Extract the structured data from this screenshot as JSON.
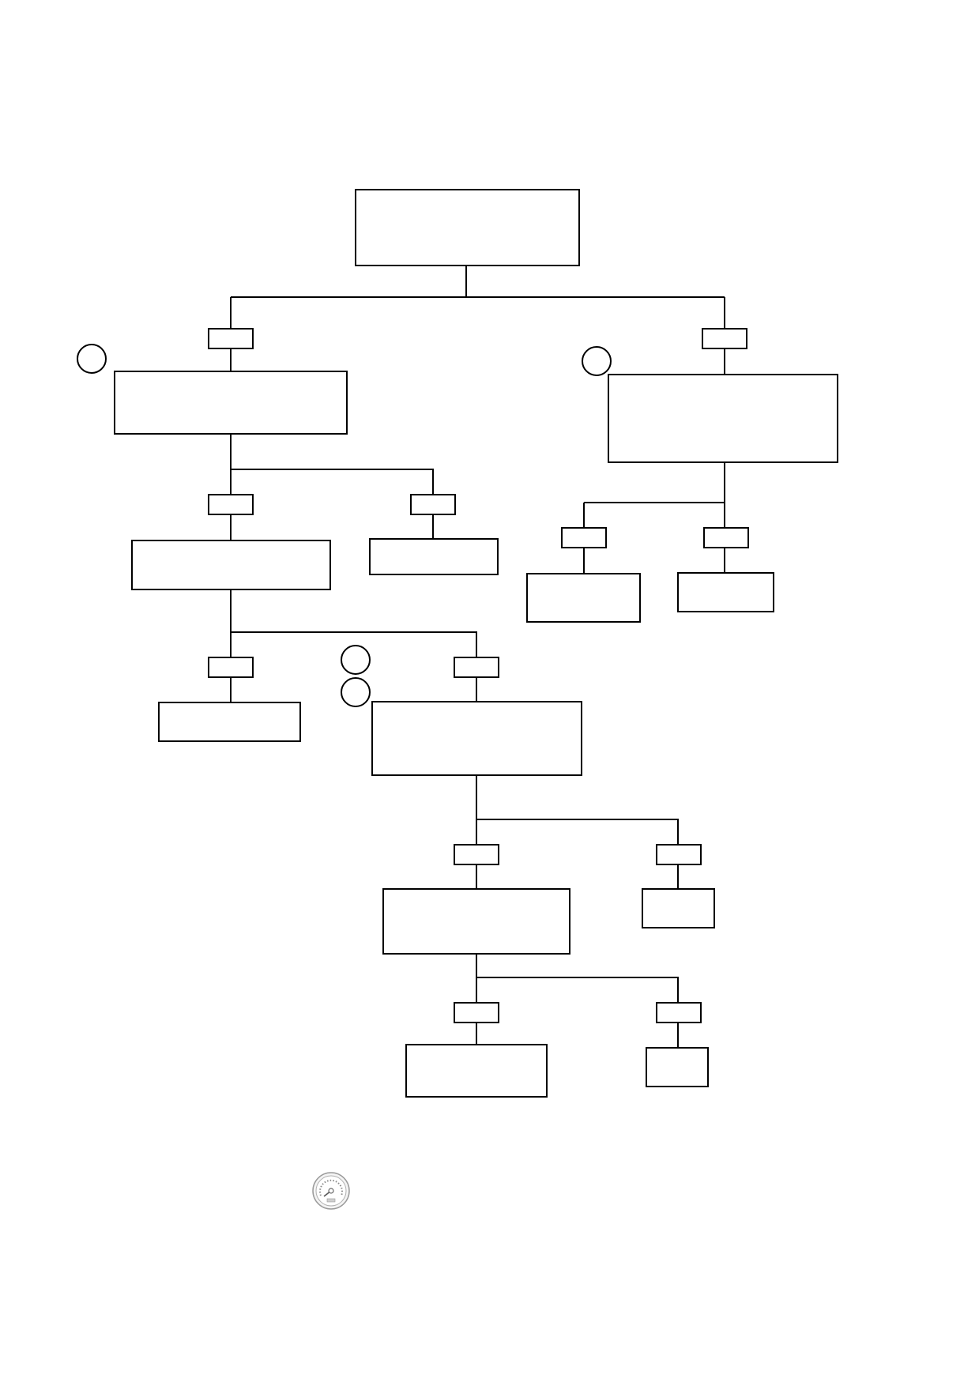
{
  "diagram": {
    "type": "flowchart-tree",
    "nodes": [
      {
        "id": "root",
        "label": ""
      },
      {
        "id": "left",
        "label": ""
      },
      {
        "id": "right",
        "label": ""
      },
      {
        "id": "left-a",
        "label": ""
      },
      {
        "id": "left-b",
        "label": ""
      },
      {
        "id": "right-a",
        "label": ""
      },
      {
        "id": "right-b",
        "label": ""
      },
      {
        "id": "left-a-1",
        "label": ""
      },
      {
        "id": "left-a-2",
        "label": ""
      },
      {
        "id": "mid-a",
        "label": ""
      },
      {
        "id": "mid-b",
        "label": ""
      },
      {
        "id": "low-a",
        "label": ""
      },
      {
        "id": "low-b",
        "label": ""
      }
    ],
    "edges": [
      {
        "from": "root",
        "to": "left",
        "label": ""
      },
      {
        "from": "root",
        "to": "right",
        "label": ""
      },
      {
        "from": "left",
        "to": "left-a",
        "label": ""
      },
      {
        "from": "left",
        "to": "left-b",
        "label": ""
      },
      {
        "from": "right",
        "to": "right-a",
        "label": ""
      },
      {
        "from": "right",
        "to": "right-b",
        "label": ""
      },
      {
        "from": "left-a",
        "to": "left-a-1",
        "label": ""
      },
      {
        "from": "left-a",
        "to": "left-a-2",
        "label": ""
      },
      {
        "from": "left-a-2",
        "to": "mid-a",
        "label": ""
      },
      {
        "from": "left-a-2",
        "to": "mid-b",
        "label": ""
      },
      {
        "from": "mid-a",
        "to": "low-a",
        "label": ""
      },
      {
        "from": "mid-a",
        "to": "low-b",
        "label": ""
      }
    ],
    "markers": [
      {
        "label": ""
      },
      {
        "label": ""
      },
      {
        "label": ""
      },
      {
        "label": ""
      }
    ],
    "icon": "speedometer-icon"
  }
}
